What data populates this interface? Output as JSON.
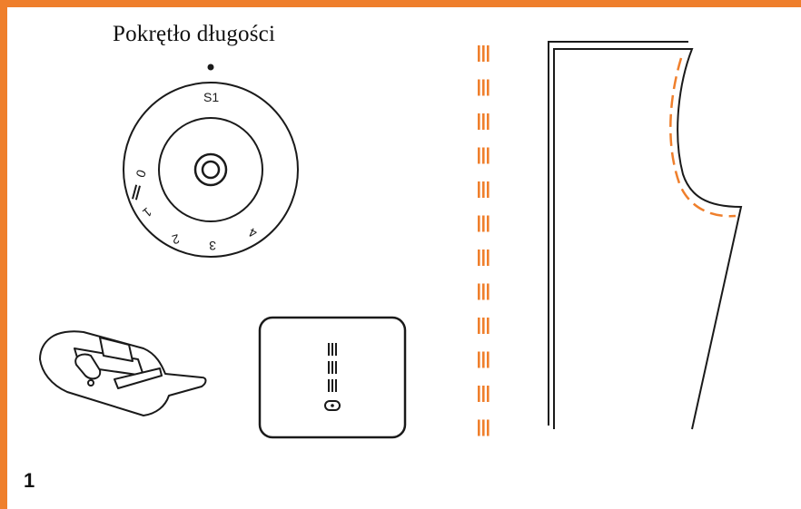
{
  "heading": {
    "text": "Pokrętło długości"
  },
  "figure_number": "1",
  "dial": {
    "top_label": "S1",
    "scale_labels": [
      "0",
      "1",
      "2",
      "3",
      "4"
    ]
  },
  "colors": {
    "border": "#ef7f2c",
    "stitch": "#ef7f2c",
    "line": "#1a1a1a"
  }
}
